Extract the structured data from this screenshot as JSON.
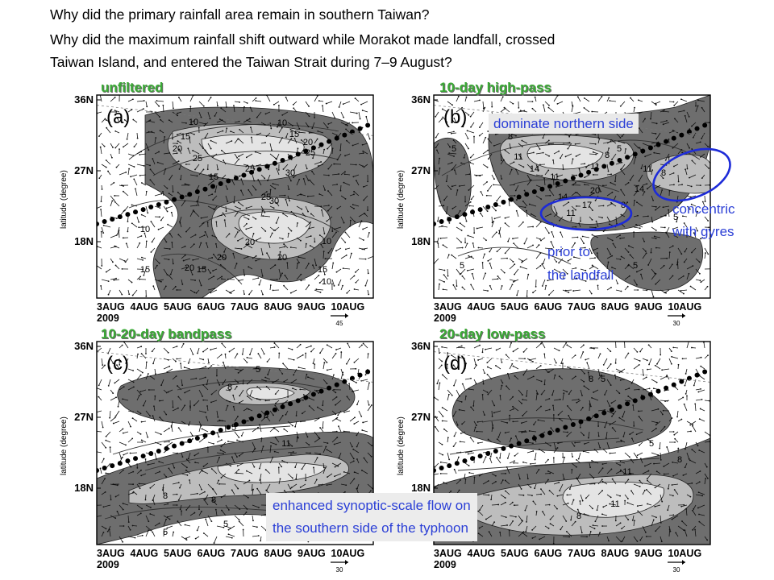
{
  "questions": {
    "line1": "Why did the primary rainfall area remain in southern Taiwan?",
    "line2": "Why did the maximum rainfall shift outward while Morakot made landfall, crossed",
    "line3": "Taiwan Island, and entered the Taiwan Strait during 7–9 August?"
  },
  "panels": [
    {
      "title": "unfiltered",
      "letter": "(a)",
      "vector_scale": "45",
      "contour_labels": [
        "10",
        "15",
        "20",
        "25",
        "10",
        "15",
        "20",
        "25",
        "30",
        "25",
        "15",
        "10",
        "20",
        "30",
        "25",
        "20",
        "10",
        "15",
        "15",
        "20",
        "10",
        "15",
        "20"
      ]
    },
    {
      "title": "10-day high-pass",
      "letter": "(b)",
      "vector_scale": "30",
      "contour_labels": [
        "5",
        "8",
        "11",
        "14",
        "11",
        "8",
        "5",
        "11",
        "14",
        "17",
        "20",
        "11",
        "8",
        "14",
        "11",
        "8",
        "5",
        "5",
        "5"
      ]
    },
    {
      "title": "10-20-day bandpass",
      "letter": "(c)",
      "vector_scale": "30",
      "contour_labels": [
        "5",
        "8",
        "8",
        "5",
        "8",
        "11",
        "8",
        "5",
        "5"
      ]
    },
    {
      "title": "20-day low-pass",
      "letter": "(d)",
      "vector_scale": "30",
      "contour_labels": [
        "5",
        "8",
        "5",
        "8",
        "11",
        "11",
        "8"
      ]
    }
  ],
  "axes": {
    "y_ticks": [
      "36N",
      "27N",
      "18N"
    ],
    "x_ticks": [
      "3AUG",
      "4AUG",
      "5AUG",
      "6AUG",
      "7AUG",
      "8AUG",
      "9AUG",
      "10AUG"
    ],
    "year": "2009",
    "ylabel": "latitude (degree)"
  },
  "annotations": {
    "dominate": "dominate northern side",
    "concentric_1": "concentric",
    "concentric_2": "with gyres",
    "prior_1": "prior to",
    "prior_2": "the landfall",
    "enhanced_1": "enhanced synoptic-scale flow on",
    "enhanced_2": "the southern side of the typhoon"
  },
  "colors": {
    "title_green": "#3aaa35",
    "annotation_blue": "#2b3fd6",
    "dark_shade": "#6e6e6e",
    "light_shade": "#bdbdbd",
    "lightest_shade": "#e4e4e4"
  }
}
